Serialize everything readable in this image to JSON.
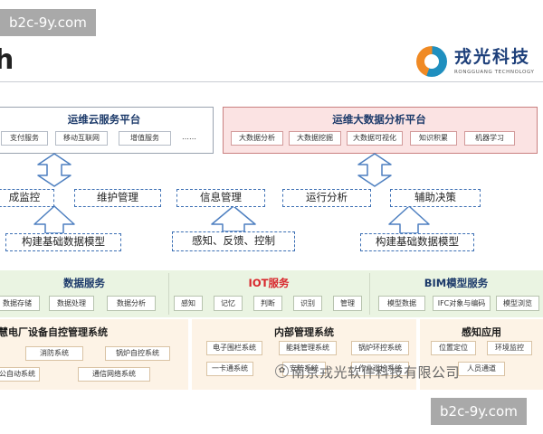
{
  "watermarks": {
    "top": "b2c-9y.com",
    "bottom": "b2c-9y.com"
  },
  "page": {
    "title_glyph": "h"
  },
  "logo": {
    "name_cn": "戎光科技",
    "name_en": "RONGGUANG TECHNOLOGY",
    "icon": "swirl-logo-icon"
  },
  "platforms": {
    "ops_cloud": {
      "title": "运维云服务平台",
      "items": [
        "支付服务",
        "移动互联网",
        "增值服务",
        "……"
      ]
    },
    "big_data": {
      "title": "运维大数据分析平台",
      "items": [
        "大数据分析",
        "大数据挖掘",
        "大数据可视化",
        "知识积累",
        "机器学习"
      ]
    }
  },
  "functions": [
    "成监控",
    "维护管理",
    "信息管理",
    "运行分析",
    "辅助决策"
  ],
  "model_boxes": [
    "构建基础数据模型",
    "感知、反馈、控制",
    "构建基础数据模型"
  ],
  "services": {
    "data": {
      "title": "数据服务",
      "items": [
        "数据存储",
        "数据处理",
        "数据分析"
      ]
    },
    "iot": {
      "title": "IOT服务",
      "items": [
        "感知",
        "记忆",
        "判断",
        "识别",
        "管理"
      ]
    },
    "bim": {
      "title": "BIM模型服务",
      "items": [
        "模型数据",
        "IFC对象与编码",
        "模型浏览"
      ]
    }
  },
  "systems": {
    "plant": {
      "title": "慧电厂设备自控管理系统",
      "items": [
        "消防系统",
        "锅炉自控系统",
        "公自动系统",
        "通信网络系统"
      ]
    },
    "internal": {
      "title": "内部管理系统",
      "items": [
        "电子围栏系统",
        "能耗管理系统",
        "锅炉环控系统",
        "一卡通系统",
        "安防系统",
        "作业巡检系统"
      ]
    },
    "sensing": {
      "title": "感知应用",
      "items": [
        "位置定位",
        "环境监控",
        "人员通道"
      ]
    }
  },
  "caption": "南京戎光软件科技有限公司",
  "colors": {
    "accent_blue": "#3c6fb4",
    "iot_red": "#d8262b",
    "bigdata_bg": "#fbe3e3",
    "service_bg": "#eaf4e2",
    "system_bg": "#fdf3e6"
  }
}
